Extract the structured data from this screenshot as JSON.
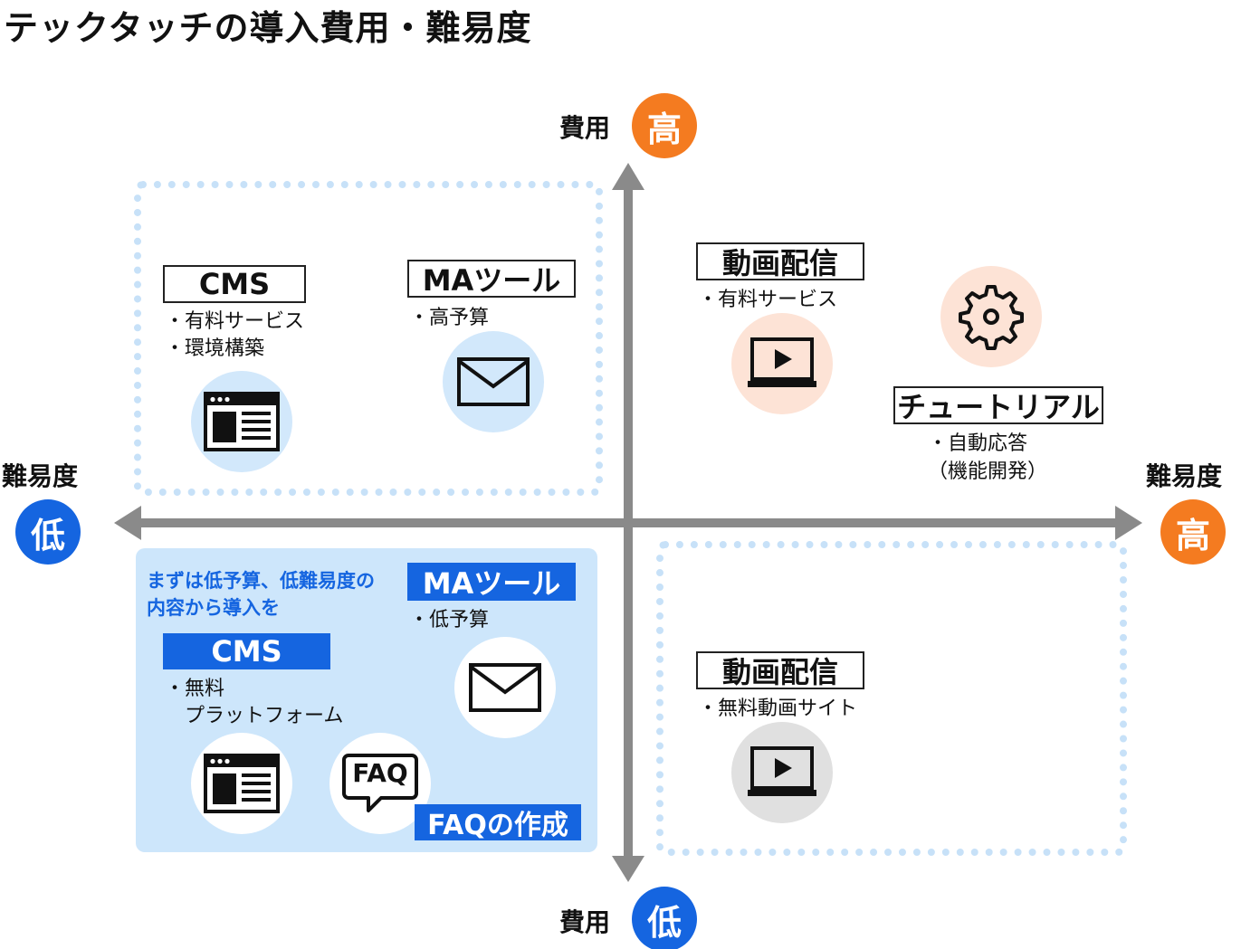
{
  "title": "テックタッチの導入費用・難易度",
  "axes": {
    "cost_label": "費用",
    "difficulty_label": "難易度",
    "high": "高",
    "low": "低"
  },
  "quadrants": {
    "top_left": {
      "cms": {
        "label": "CMS",
        "bullets": [
          "・有料サービス",
          "・環境構築"
        ]
      },
      "ma": {
        "label": "MAツール",
        "bullets": [
          "・高予算"
        ]
      }
    },
    "top_right": {
      "video": {
        "label": "動画配信",
        "bullets": [
          "・有料サービス"
        ]
      },
      "tutorial": {
        "label": "チュートリアル",
        "bullets": [
          "・自動応答",
          "（機能開発）"
        ]
      }
    },
    "bottom_left": {
      "callout": [
        "まずは低予算、低難易度の",
        "内容から導入を"
      ],
      "cms": {
        "label": "CMS",
        "bullets": [
          "・無料",
          "　プラットフォーム"
        ]
      },
      "ma": {
        "label": "MAツール",
        "bullets": [
          "・低予算"
        ]
      },
      "faq": {
        "label": "FAQの作成",
        "icon_text": "FAQ"
      }
    },
    "bottom_right": {
      "video": {
        "label": "動画配信",
        "bullets": [
          "・無料動画サイト"
        ]
      }
    }
  },
  "colors": {
    "accent_orange": "#f47b20",
    "accent_blue": "#1565e0",
    "axis_grey": "#8a8a8a",
    "dotted_border": "#c7e1f8",
    "highlight_bg": "#cde6fb"
  },
  "icons": [
    "browser-window-icon",
    "envelope-icon",
    "video-player-icon",
    "gear-icon",
    "faq-speech-bubble-icon"
  ]
}
